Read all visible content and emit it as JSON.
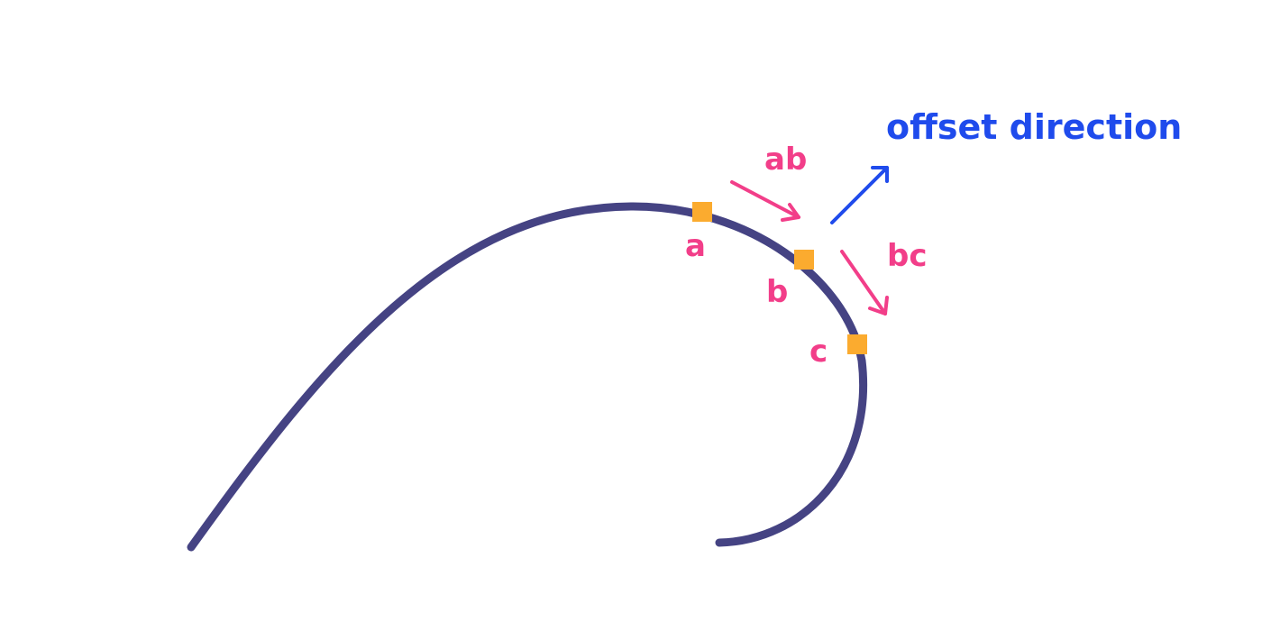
{
  "colors": {
    "curve": "#454383",
    "point": "#fbab2f",
    "tangent_label": "#f23e89",
    "offset": "#1f4bec",
    "background": "#ffffff"
  },
  "labels": {
    "point_a": "a",
    "point_b": "b",
    "point_c": "c",
    "vector_ab": "ab",
    "vector_bc": "bc",
    "offset_direction": "offset direction"
  }
}
